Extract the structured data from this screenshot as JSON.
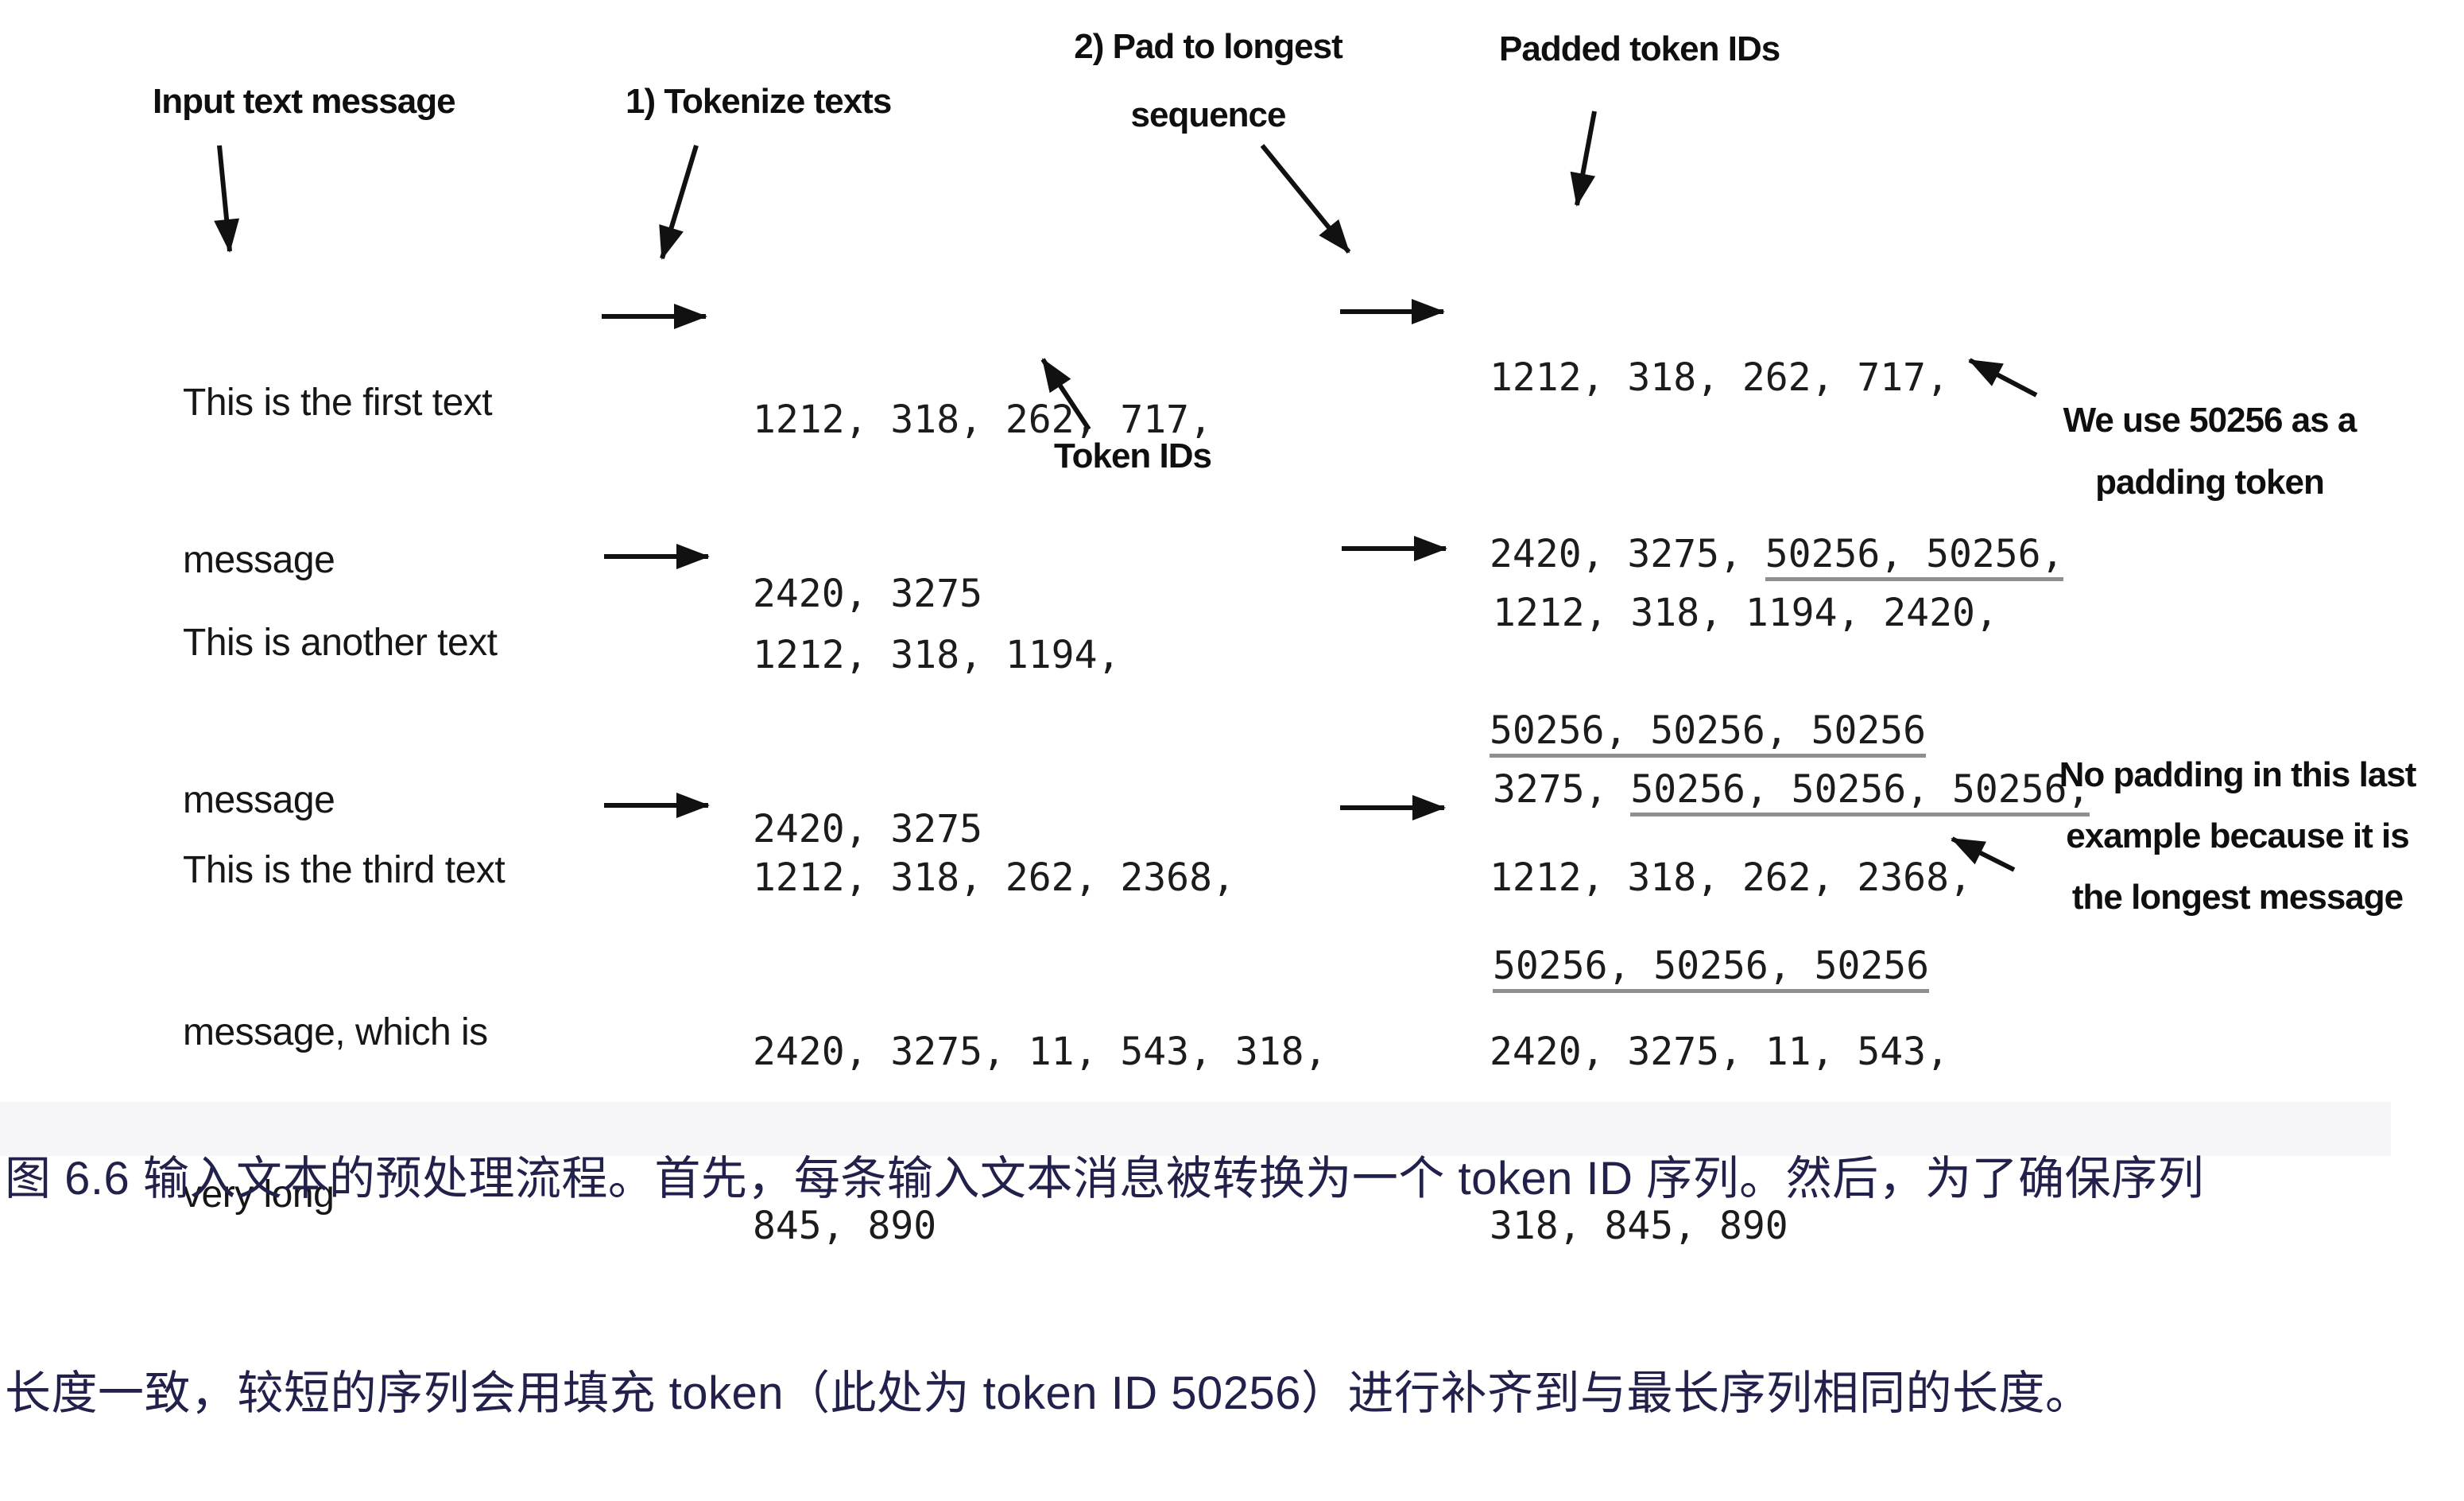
{
  "figure": {
    "column_labels": {
      "input": "Input text message",
      "tokenize": "1) Tokenize texts",
      "pad_line1": "2) Pad to longest",
      "pad_line2": "sequence",
      "padded": "Padded token IDs"
    },
    "annotations": {
      "token_ids": "Token IDs",
      "we_use_line1": "We use 50256 as a",
      "we_use_line2": "padding token",
      "no_padding_line1": "No padding in this last",
      "no_padding_line2": "example because it is",
      "no_padding_line3": "the longest message"
    },
    "rows": [
      {
        "message_lines": [
          "This is the first text",
          "message"
        ],
        "token_id_lines": [
          "1212, 318, 262, 717,",
          "2420, 3275"
        ],
        "padded_lines": [
          {
            "plain": "1212, 318, 262, 717,",
            "underlined": ""
          },
          {
            "plain": "2420, 3275, ",
            "underlined": "50256, 50256,"
          },
          {
            "plain": "",
            "underlined": "50256, 50256, 50256"
          }
        ]
      },
      {
        "message_lines": [
          "This is another text",
          "message"
        ],
        "token_id_lines": [
          "1212, 318, 1194,",
          "2420, 3275"
        ],
        "padded_lines": [
          {
            "plain": "1212, 318, 1194, 2420,",
            "underlined": ""
          },
          {
            "plain": "3275, ",
            "underlined": "50256, 50256, 50256,"
          },
          {
            "plain": "",
            "underlined": "50256, 50256, 50256"
          }
        ]
      },
      {
        "message_lines": [
          "This is the third text",
          "message, which is",
          "very long"
        ],
        "token_id_lines": [
          "1212, 318, 262, 2368,",
          "2420, 3275, 11, 543, 318,",
          "845, 890"
        ],
        "padded_lines": [
          {
            "plain": "1212, 318, 262, 2368,",
            "underlined": ""
          },
          {
            "plain": "2420, 3275, 11, 543,",
            "underlined": ""
          },
          {
            "plain": "318, 845, 890",
            "underlined": ""
          }
        ]
      }
    ],
    "padding_token_id": "50256"
  },
  "caption": {
    "line1": "图 6.6 输入文本的预处理流程。首先，每条输入文本消息被转换为一个 token ID 序列。然后，为了确保序列",
    "line2": "长度一致，较短的序列会用填充 token（此处为 token ID 50256）进行补齐到与最长序列相同的长度。",
    "text_color": "#21214b"
  }
}
